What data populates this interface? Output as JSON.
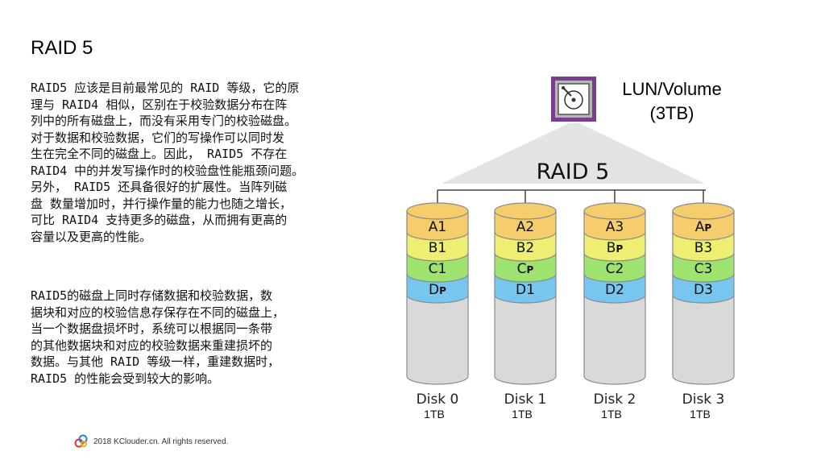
{
  "title": "RAID 5",
  "paragraph1": [
    "RAID5 应该是目前最常见的 RAID 等级，它的原",
    "理与 RAID4 相似，区别在于校验数据分布在阵",
    "列中的所有磁盘上，而没有采用专门的校验磁盘。",
    "对于数据和校验数据，它们的写操作可以同时发",
    "生在完全不同的磁盘上。因此， RAID5 不存在",
    "RAID4 中的并发写操作时的校验盘性能瓶颈问题。",
    "另外， RAID5 还具备很好的扩展性。当阵列磁",
    "盘 数量增加时，并行操作量的能力也随之增长，",
    "可比 RAID4 支持更多的磁盘，从而拥有更高的",
    "容量以及更高的性能。"
  ],
  "paragraph2": [
    "RAID5的磁盘上同时存储数据和校验数据，数",
    "据块和对应的校验信息存保存在不同的磁盘上，",
    "当一个数据盘损坏时，系统可以根据同一条带",
    "的其他数据块和对应的校验数据来重建损坏的",
    "数据。与其他 RAID 等级一样，重建数据时，",
    "RAID5 的性能会受到较大的影响。"
  ],
  "footer": {
    "text": "2018 KClouder.cn. All rights reserved."
  },
  "diagram": {
    "lun_label_line1": "LUN/Volume",
    "lun_label_line2": "(3TB)",
    "raid_label": "RAID 5",
    "disks": [
      {
        "name": "Disk 0",
        "size": "1TB",
        "blocks": [
          {
            "l": "A",
            "s": "1"
          },
          {
            "l": "B",
            "s": "1"
          },
          {
            "l": "C",
            "s": "1"
          },
          {
            "l": "D",
            "s": "p"
          }
        ]
      },
      {
        "name": "Disk 1",
        "size": "1TB",
        "blocks": [
          {
            "l": "A",
            "s": "2"
          },
          {
            "l": "B",
            "s": "2"
          },
          {
            "l": "C",
            "s": "p"
          },
          {
            "l": "D",
            "s": "1"
          }
        ]
      },
      {
        "name": "Disk 2",
        "size": "1TB",
        "blocks": [
          {
            "l": "A",
            "s": "3"
          },
          {
            "l": "B",
            "s": "p"
          },
          {
            "l": "C",
            "s": "2"
          },
          {
            "l": "D",
            "s": "2"
          }
        ]
      },
      {
        "name": "Disk 3",
        "size": "1TB",
        "blocks": [
          {
            "l": "A",
            "s": "p"
          },
          {
            "l": "B",
            "s": "3"
          },
          {
            "l": "C",
            "s": "3"
          },
          {
            "l": "D",
            "s": "3"
          }
        ]
      }
    ],
    "colors": {
      "row_a": "#f5cd6d",
      "row_b": "#eeee72",
      "row_c": "#9ee36f",
      "row_d": "#77c6ef",
      "disk_body": "#d9d9d9",
      "disk_border": "#8a8a8a",
      "trapezoid": "#e3e3e3",
      "lun_frame": "#7a3e8f",
      "lun_inner": "#b5b5b5"
    },
    "icons": {
      "lun": "hard-disk-icon"
    }
  }
}
